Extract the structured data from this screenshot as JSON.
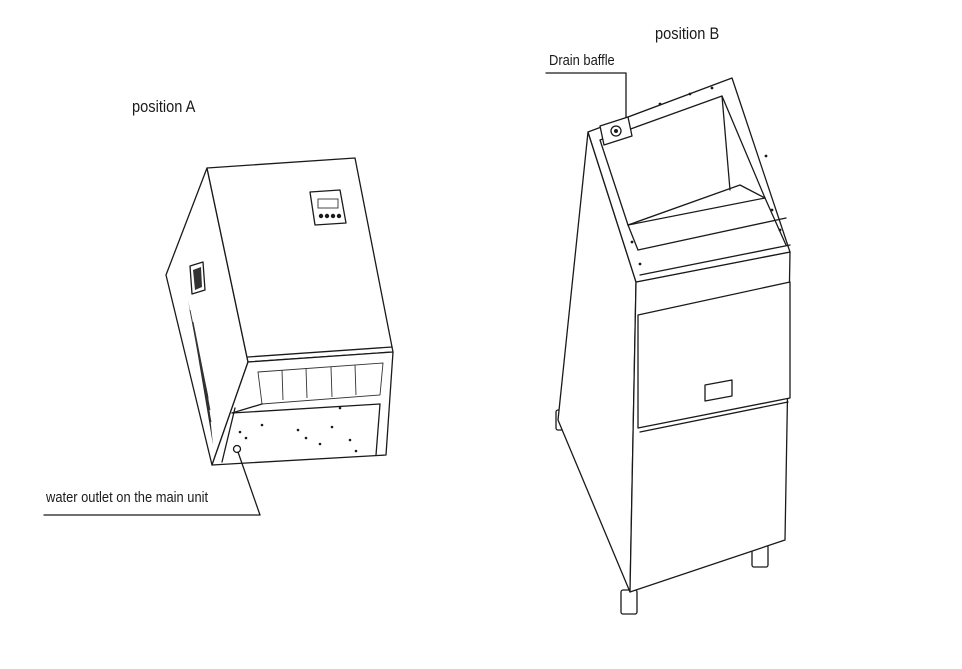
{
  "labels": {
    "position_a": "position A",
    "position_b": "position B",
    "drain_baffle": "Drain baffle",
    "water_outlet": "water outlet on the main unit"
  },
  "colors": {
    "line": "#1a1a1a",
    "background": "#ffffff"
  }
}
